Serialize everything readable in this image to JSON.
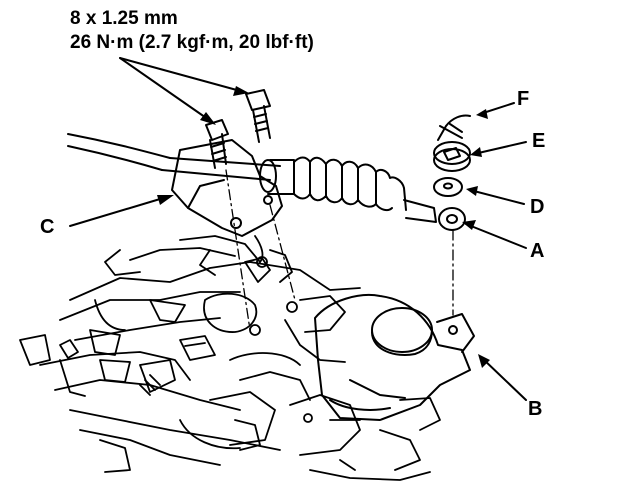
{
  "spec": {
    "bolt_size": "8 x 1.25 mm",
    "torque": "26 N·m (2.7 kgf·m, 20 lbf·ft)"
  },
  "callouts": {
    "a": "A",
    "b": "B",
    "c": "C",
    "d": "D",
    "e": "E",
    "f": "F"
  }
}
